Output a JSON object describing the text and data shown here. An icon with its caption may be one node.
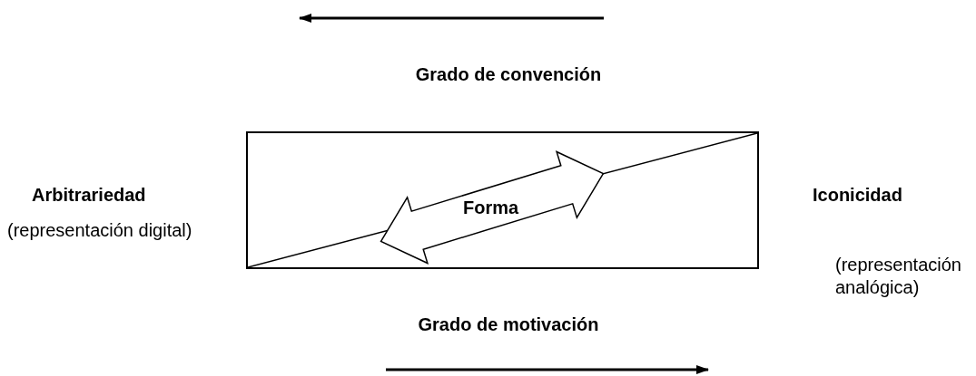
{
  "diagram": {
    "nodes": [
      {
        "text": [],
        "shape": "box"
      },
      {
        "text": [
          "Forma"
        ],
        "in": 0
      }
    ],
    "labels": [
      "Grado de convención",
      "Arbitrariedad",
      "Iconicidad",
      "(representación digital)",
      "(representación analógica)",
      "Grado de motivación"
    ]
  }
}
